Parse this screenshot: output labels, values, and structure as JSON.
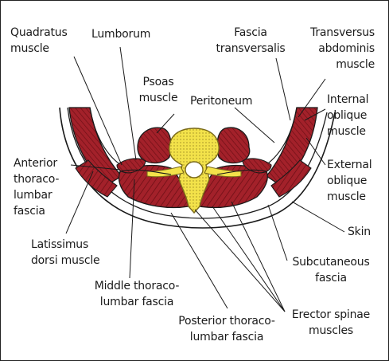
{
  "colors": {
    "muscle": "#a3212a",
    "muscle_dark": "#6e0f16",
    "bone": "#f3e24a",
    "bone_edge": "#7a6a1a",
    "line": "#1a1a1a",
    "background": "#ffffff"
  },
  "labels": {
    "quadratus": "Quadratus\nmuscle",
    "lumborum": "Lumborum",
    "fascia_transversalis": "Fascia\ntransversalis",
    "transversus": "Transversus\nabdominis\nmuscle",
    "psoas": "Psoas\nmuscle",
    "peritoneum": "Peritoneum",
    "internal_oblique": "Internal\noblique\nmuscle",
    "anterior_tl_fascia": "Anterior\nthoraco-\nlumbar\nfascia",
    "external_oblique": "External\noblique\nmuscle",
    "skin": "Skin",
    "latissimus": "Latissimus\ndorsi muscle",
    "subcutaneous": "Subcutaneous\nfascia",
    "middle_tl_fascia": "Middle thoraco-\nlumbar fascia",
    "erector": "Erector spinae\nmuscles",
    "posterior_tl_fascia": "Posterior thoraco-\nlumbar fascia"
  }
}
